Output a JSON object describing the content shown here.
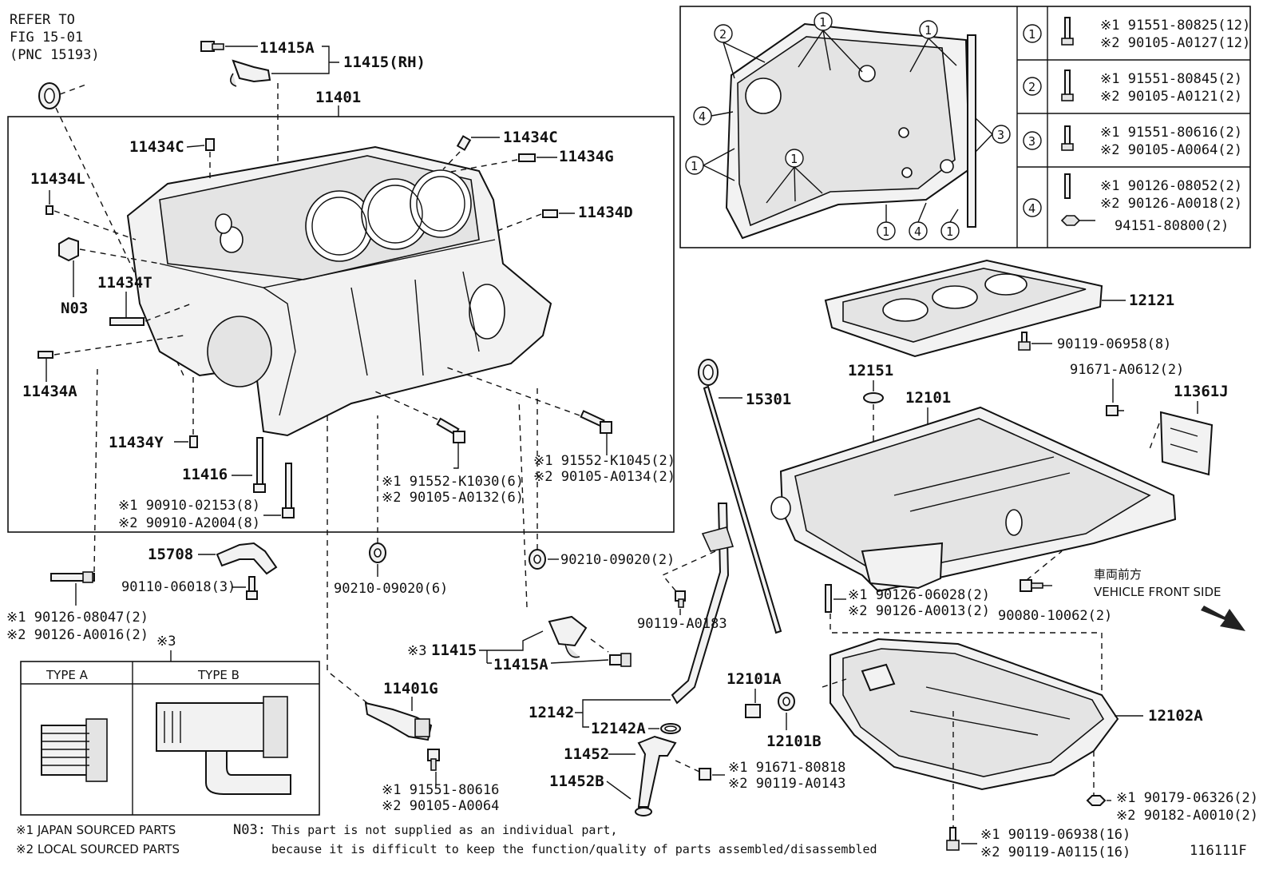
{
  "header": {
    "refer_line1": "REFER TO",
    "refer_line2": "FIG 15-01",
    "refer_line3": "(PNC 15193)",
    "figure_id": "116111F"
  },
  "labels": {
    "p11415A_top": "11415A",
    "p11415RH": "11415(RH)",
    "p11401": "11401",
    "p11434C_left": "11434C",
    "p11434C_right": "11434C",
    "p11434G": "11434G",
    "p11434L": "11434L",
    "p11434D": "11434D",
    "p11434T": "11434T",
    "pN03": "N03",
    "p11434A": "11434A",
    "p11434Y": "11434Y",
    "p11416": "11416",
    "b_90910_1": "※1 90910-02153(8)",
    "b_90910_2": "※2 90910-A2004(8)",
    "b_91552_K1030": "※1 91552-K1030(6)",
    "b_90105_A0132": "※2 90105-A0132(6)",
    "b_91552_K1045": "※1 91552-K1045(2)",
    "b_90105_A0134": "※2 90105-A0134(2)",
    "p15708": "15708",
    "b_90110": "90110-06018(3)",
    "g_90210_6": "90210-09020(6)",
    "g_90210_2": "90210-09020(2)",
    "s_90126_08047": "※1 90126-08047(2)",
    "s_90126_A0016": "※2 90126-A0016(2)",
    "m3": "※3",
    "p11415_lower": "11415",
    "p11415A_lower": "11415A",
    "p11401G": "11401G",
    "b_91551_80616": "※1 91551-80616",
    "b_90105_A0064": "※2 90105-A0064",
    "p15301": "15301",
    "b_90119_A0183": "90119-A0183",
    "p12142": "12142",
    "p12142A": "12142A",
    "p11452": "11452",
    "p11452B": "11452B",
    "b_91671_80818": "※1 91671-80818",
    "b_90119_A0143": "※2 90119-A0143",
    "p12101A": "12101A",
    "p12101B": "12101B",
    "p12121": "12121",
    "b_90119_06958": "90119-06958(8)",
    "p12151": "12151",
    "p12101": "12101",
    "b_91671_A0612": "91671-A0612(2)",
    "p11361J": "11361J",
    "s_90126_06028": "※1 90126-06028(2)",
    "s_90126_A0013": "※2 90126-A0013(2)",
    "b_90080": "90080-10062(2)",
    "front_jp": "車両前方",
    "front_en": "VEHICLE FRONT SIDE",
    "p12102A": "12102A",
    "n_90179": "※1 90179-06326(2)",
    "n_90182": "※2 90182-A0010(2)",
    "b_90119_06938": "※1 90119-06938(16)",
    "b_90119_A0115": "※2 90119-A0115(16)"
  },
  "type_box": {
    "type_a": "TYPE A",
    "type_b": "TYPE B"
  },
  "bolt_table": {
    "rows": [
      {
        "num": "1",
        "line1": "※1 91551-80825(12)",
        "line2": "※2 90105-A0127(12)",
        "line3": ""
      },
      {
        "num": "2",
        "line1": "※1 91551-80845(2)",
        "line2": "※2 90105-A0121(2)",
        "line3": ""
      },
      {
        "num": "3",
        "line1": "※1 91551-80616(2)",
        "line2": "※2 90105-A0064(2)",
        "line3": ""
      },
      {
        "num": "4",
        "line1": "※1 90126-08052(2)",
        "line2": "※2 90126-A0018(2)",
        "line3": "94151-80800(2)"
      }
    ]
  },
  "detail_callouts": [
    "1",
    "1",
    "2",
    "4",
    "3",
    "1",
    "1",
    "1",
    "4",
    "1"
  ],
  "footnotes": {
    "jp": "※1 JAPAN SOURCED PARTS",
    "local": "※2 LOCAL SOURCED PARTS",
    "n03_key": "N03:",
    "n03_line1": "This part is not supplied as an individual part,",
    "n03_line2": "because it is difficult to keep the function/quality of parts assembled/disassembled"
  }
}
